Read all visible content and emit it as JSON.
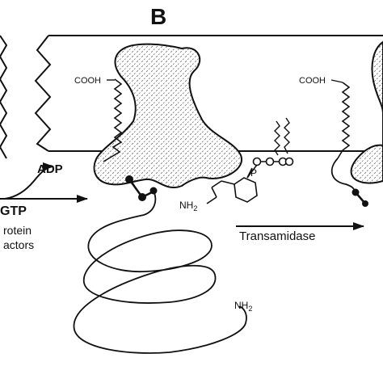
{
  "figure": {
    "panel_label": "B",
    "labels": {
      "cooh_left": "COOH",
      "cooh_right": "COOH",
      "adp": "ADP",
      "gtp": "GTP",
      "protein_line1": "rotein",
      "protein_line2": "actors",
      "nh2_upper": "NH",
      "nh2_upper_sub": "2",
      "nh2_lower": "NH",
      "nh2_lower_sub": "2",
      "phosphate": "P",
      "transamidase": "Transamidase"
    },
    "colors": {
      "ink": "#111111",
      "stipple": "#6b6b6b",
      "background": "#ffffff"
    }
  }
}
